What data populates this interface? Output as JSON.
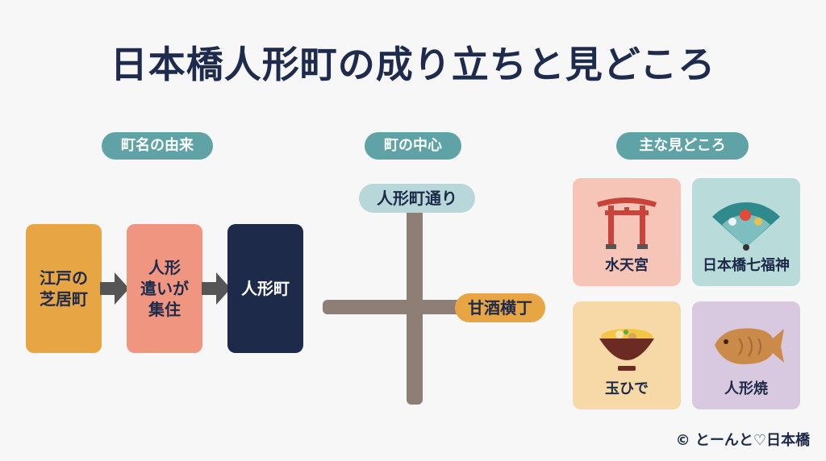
{
  "title": "日本橋人形町の成り立ちと見どころ",
  "sections": {
    "origin": {
      "header": "町名の由来",
      "steps": [
        "江戸の\n芝居町",
        "人形\n遣いが\n集住",
        "人形町"
      ],
      "colors": [
        "#e8a544",
        "#ef9580",
        "#1d2a4a"
      ]
    },
    "center": {
      "header": "町の中心",
      "vertical_street": "人形町通り",
      "horizontal_street": "甘酒横丁"
    },
    "sights": {
      "header": "主な見どころ",
      "cards": [
        {
          "label": "水天宮",
          "icon": "torii-gate-icon",
          "bg": "#f7c4b8"
        },
        {
          "label": "日本橋七福神",
          "icon": "folding-fan-icon",
          "bg": "#b9dcda"
        },
        {
          "label": "玉ひで",
          "icon": "oyakodon-bowl-icon",
          "bg": "#f6d9a6"
        },
        {
          "label": "人形焼",
          "icon": "taiyaki-icon",
          "bg": "#d8c8e0"
        }
      ]
    }
  },
  "credit": "© とーんと♡日本橋"
}
